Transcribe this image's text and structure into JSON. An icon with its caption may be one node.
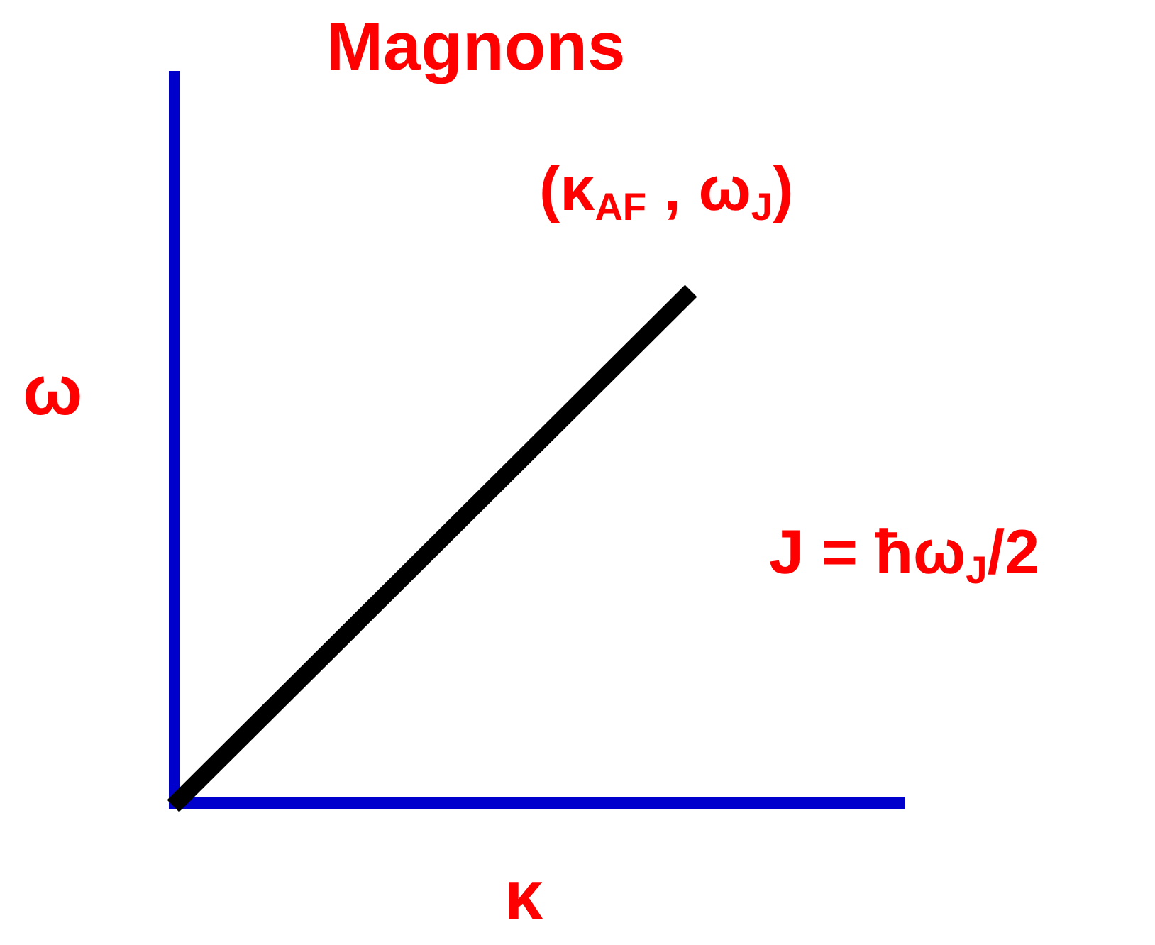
{
  "diagram": {
    "title": "Magnons",
    "labels": [
      "(κ$_{AF}$ , ω$_{J}$)",
      "ω",
      "J = ħω$_{J}$/2",
      "κ"
    ]
  }
}
